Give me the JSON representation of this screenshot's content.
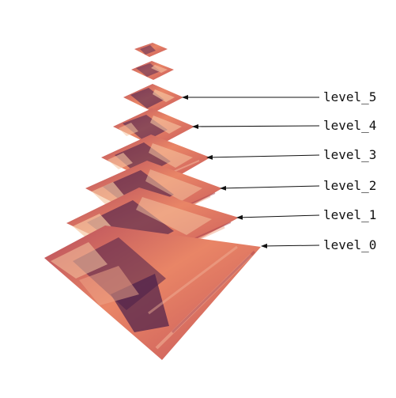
{
  "diagram": {
    "levels": [
      {
        "label": "level_5"
      },
      {
        "label": "level_4"
      },
      {
        "label": "level_3"
      },
      {
        "label": "level_2"
      },
      {
        "label": "level_1"
      },
      {
        "label": "level_0"
      }
    ],
    "colors": {
      "background": "#ffffff",
      "image_base": "#e27a5d",
      "image_dark": "#4a1f4a",
      "image_light": "#f6c7a3",
      "arrow": "#111111"
    }
  }
}
